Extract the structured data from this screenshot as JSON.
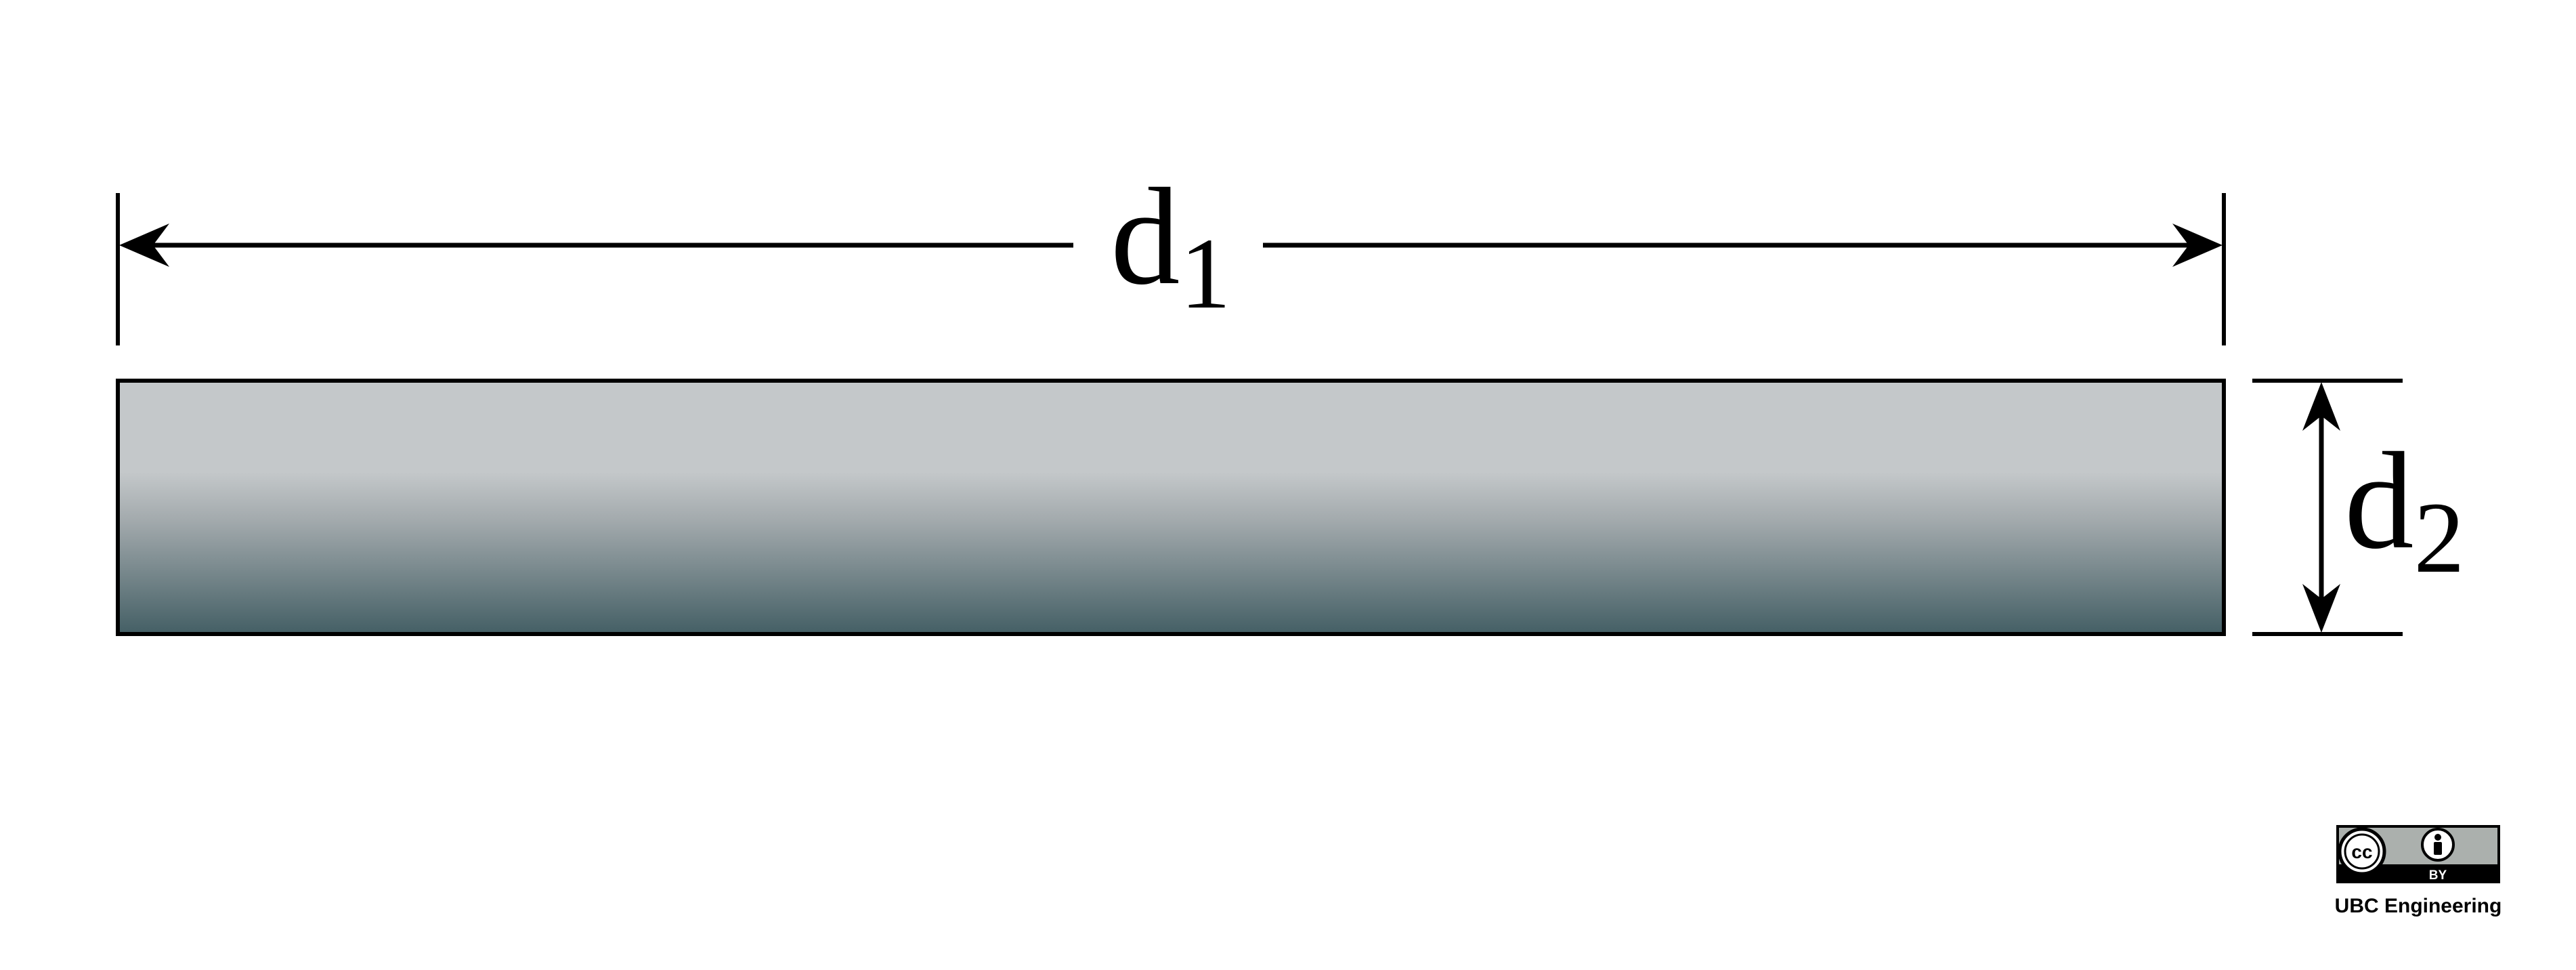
{
  "labels": {
    "length_symbol": "d",
    "length_subscript": "1",
    "thickness_symbol": "d",
    "thickness_subscript": "2"
  },
  "colors": {
    "bar_top": "#c4c8ca",
    "bar_mid": "#a3aaad",
    "bar_bottom": "#445f65",
    "line": "#000000"
  },
  "license": {
    "badge_cc": "cc",
    "badge_by": "BY",
    "credit": "UBC Engineering"
  }
}
